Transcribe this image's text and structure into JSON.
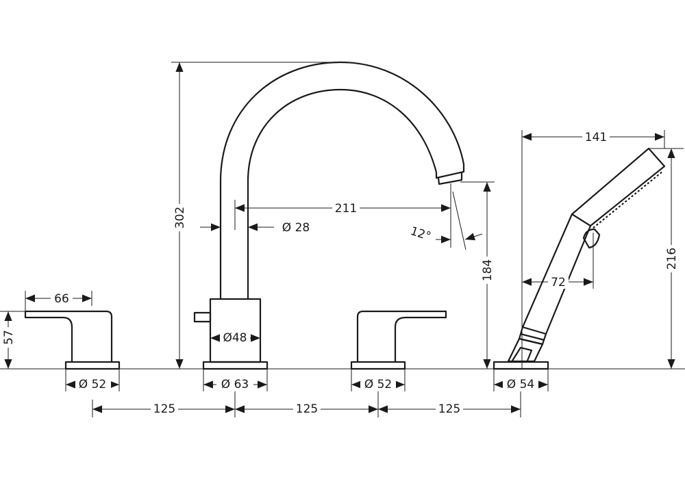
{
  "dimensions": {
    "height_total": "302",
    "spout_reach": "211",
    "spout_diameter": "Ø 28",
    "spout_angle": "12°",
    "spout_height": "184",
    "handshower_height": "216",
    "handshower_width": "141",
    "handshower_offset": "72",
    "handle_length": "66",
    "handle_height": "57",
    "handle_left_base": "Ø 52",
    "spout_base": "Ø 63",
    "handle_right_base": "Ø 52",
    "handshower_base": "Ø 54",
    "spout_body": "Ø48",
    "spacing_1": "125",
    "spacing_2": "125",
    "spacing_3": "125"
  },
  "colors": {
    "line": "#1a1a1a",
    "background": "#ffffff"
  }
}
